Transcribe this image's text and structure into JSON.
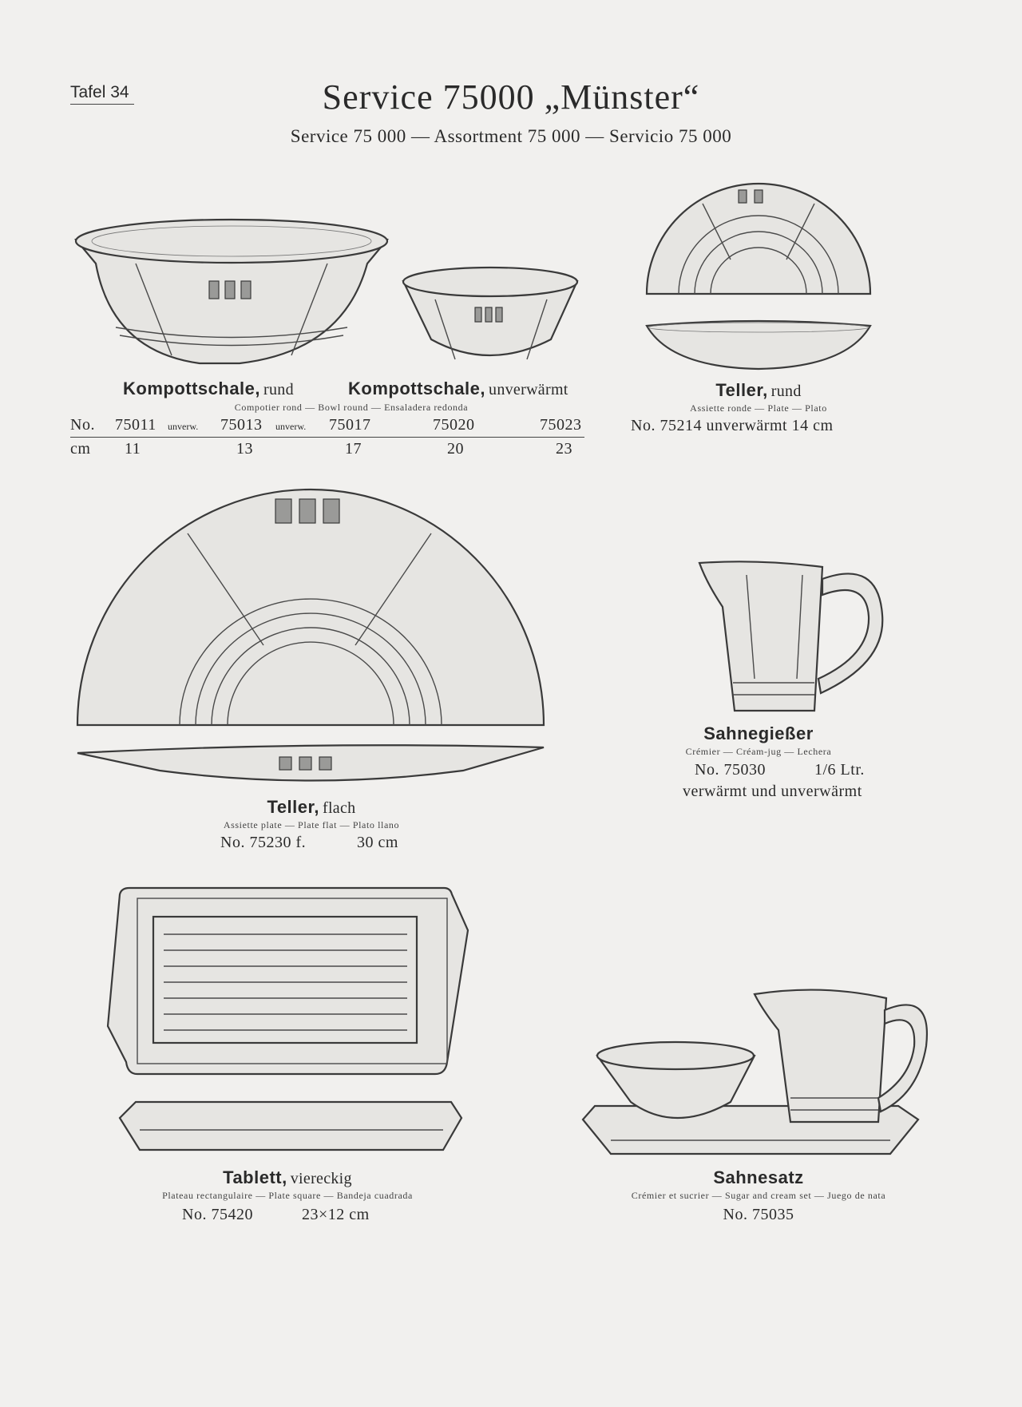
{
  "header": {
    "plate": "Tafel 34",
    "title": "Service 75000 „Münster“",
    "subtitle": "Service 75 000 — Assortment 75 000 — Servicio 75 000"
  },
  "kompottschale": {
    "name1": "Kompottschale,",
    "name1_suffix": "rund",
    "name2": "Kompottschale,",
    "name2_suffix": "unverwärmt",
    "translations": "Compotier rond — Bowl round — Ensaladera redonda",
    "no_label": "No.",
    "cm_label": "cm",
    "unverw_label": "unverw.",
    "items": [
      {
        "no": "75011",
        "cm": "11"
      },
      {
        "no": "75013",
        "cm": "13"
      },
      {
        "no": "75017",
        "cm": "17"
      },
      {
        "no": "75020",
        "cm": "20"
      },
      {
        "no": "75023",
        "cm": "23"
      }
    ]
  },
  "teller_rund": {
    "name": "Teller,",
    "suffix": "rund",
    "translations": "Assiette ronde — Plate — Plato",
    "number": "No. 75214 unverwärmt 14 cm"
  },
  "teller_flach": {
    "name": "Teller,",
    "suffix": "flach",
    "translations": "Assiette plate — Plate flat — Plato llano",
    "number": "No. 75230 f.",
    "size": "30 cm"
  },
  "sahnegiesser": {
    "name": "Sahnegießer",
    "translations": "Crémier — Créam-jug — Lechera",
    "number": "No. 75030",
    "volume": "1/6 Ltr.",
    "note": "verwärmt und unverwärmt"
  },
  "tablett": {
    "name": "Tablett,",
    "suffix": "viereckig",
    "translations": "Plateau rectangulaire — Plate square — Bandeja cuadrada",
    "number": "No. 75420",
    "size": "23×12 cm"
  },
  "sahnesatz": {
    "name": "Sahnesatz",
    "translations": "Crémier et sucrier — Sugar and cream set — Juego de nata",
    "number": "No. 75035"
  }
}
